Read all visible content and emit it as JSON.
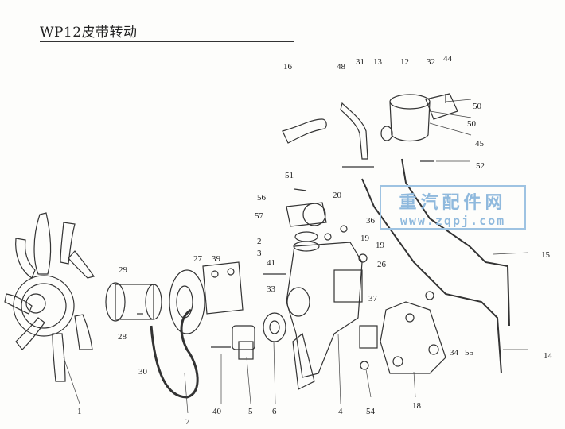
{
  "title": "WP12皮带转动",
  "watermark": {
    "line1": "重汽配件网",
    "line2": "www.zqpj.com",
    "color": "#8fb9dd"
  },
  "callouts": [
    "1",
    "2",
    "3",
    "4",
    "5",
    "6",
    "7",
    "12",
    "13",
    "14",
    "15",
    "16",
    "18",
    "19",
    "19",
    "20",
    "26",
    "27",
    "28",
    "29",
    "30",
    "31",
    "32",
    "33",
    "34",
    "36",
    "37",
    "39",
    "40",
    "41",
    "44",
    "45",
    "48",
    "50",
    "50",
    "51",
    "52",
    "54",
    "55",
    "56",
    "57"
  ]
}
